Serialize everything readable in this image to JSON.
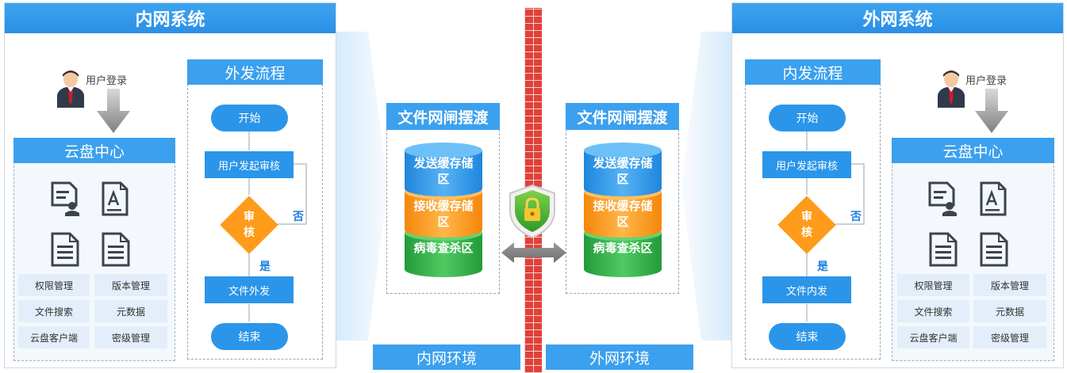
{
  "inner_system": {
    "title": "内网系统",
    "user_login": "用户登录",
    "cloud_center": "云盘中心",
    "flow_title": "外发流程",
    "flow": {
      "start": "开始",
      "review": "用户发起审核",
      "decision": "审核",
      "no": "否",
      "yes": "是",
      "send": "文件外发",
      "end": "结束"
    },
    "features": [
      "权限管理",
      "版本管理",
      "文件搜索",
      "元数据",
      "云盘客户端",
      "密级管理"
    ]
  },
  "outer_system": {
    "title": "外网系统",
    "user_login": "用户登录",
    "cloud_center": "云盘中心",
    "flow_title": "内发流程",
    "flow": {
      "start": "开始",
      "review": "用户发起审核",
      "decision": "审核",
      "no": "否",
      "yes": "是",
      "send": "文件内发",
      "end": "结束"
    },
    "features": [
      "权限管理",
      "版本管理",
      "文件搜索",
      "元数据",
      "云盘客户端",
      "密级管理"
    ]
  },
  "gateway_left": {
    "title": "文件网闸摆渡",
    "zones": [
      "发送缓存储区",
      "接收缓存储区",
      "病毒查杀区"
    ]
  },
  "gateway_right": {
    "title": "文件网闸摆渡",
    "zones": [
      "发送缓存储区",
      "接收缓存储区",
      "病毒查杀区"
    ]
  },
  "environments": {
    "inner": "内网环境",
    "outer": "外网环境"
  },
  "colors": {
    "blue": "#2b95e9",
    "orange": "#ff9b1a",
    "green": "#2fb14a",
    "brick": "#e0413a"
  },
  "icons": [
    "user-icon",
    "document-icon",
    "shield-lock-icon",
    "down-arrow-icon",
    "double-arrow-icon"
  ]
}
